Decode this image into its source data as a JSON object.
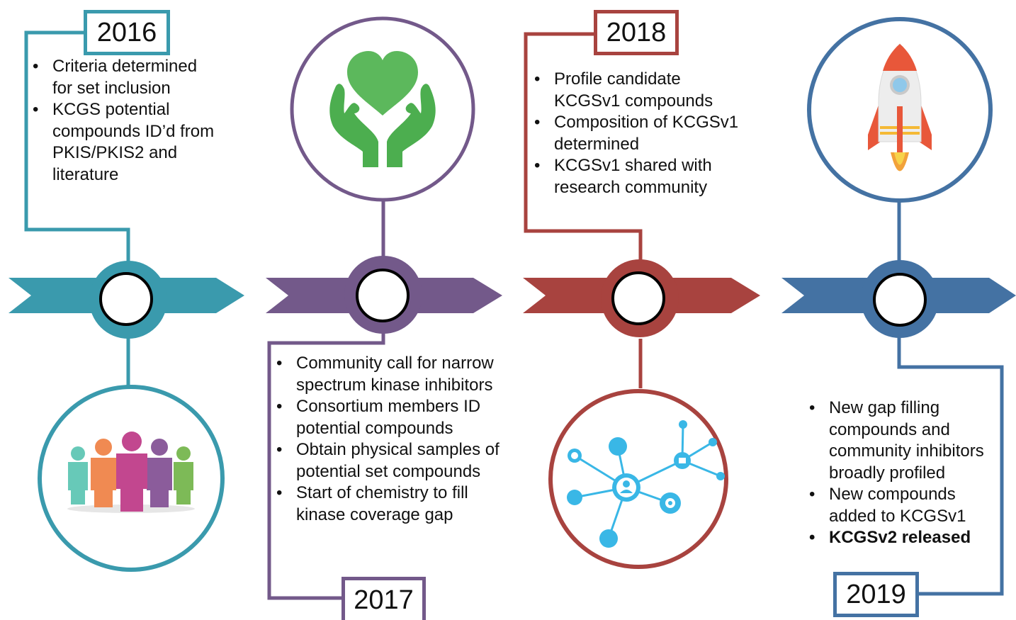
{
  "colors": {
    "teal": "#3a9aad",
    "purple": "#73598a",
    "red": "#a8433f",
    "blue": "#4472a3",
    "heart_green": "#5cb85c",
    "hands_green": "#4cae4f",
    "network_blue": "#39b7e6",
    "rocket_red": "#e8573a"
  },
  "milestones": [
    {
      "year": "2016",
      "bullets": [
        "Criteria determined for set inclusion",
        "KCGS potential compounds ID’d from PKIS/PKIS2 and literature"
      ],
      "icon": "people-group-icon"
    },
    {
      "year": "2017",
      "bullets": [
        "Community call for narrow spectrum kinase inhibitors",
        "Consortium members ID potential compounds",
        "Obtain physical samples of potential set compounds",
        "Start of chemistry to fill kinase coverage gap"
      ],
      "icon": "heart-in-hands-icon"
    },
    {
      "year": "2018",
      "bullets": [
        "Profile candidate KCGSv1 compounds",
        "Composition of KCGSv1 determined",
        "KCGSv1 shared with research community"
      ],
      "icon": "network-icon"
    },
    {
      "year": "2019",
      "bullets": [
        "New gap filling compounds and community inhibitors broadly profiled",
        "New compounds added to KCGSv1",
        "KCGSv2 released"
      ],
      "bold_bullet": 2,
      "icon": "rocket-icon"
    }
  ]
}
